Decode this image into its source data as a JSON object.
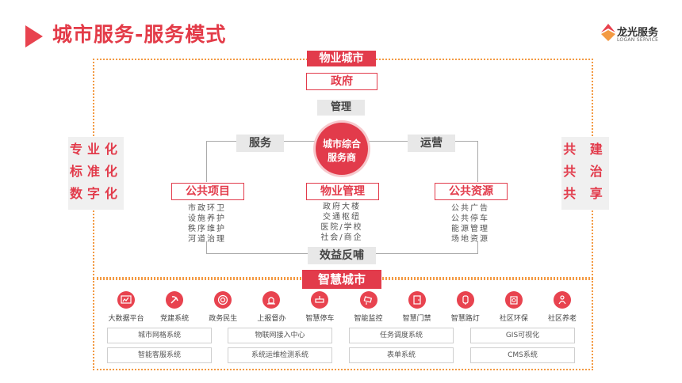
{
  "title": "城市服务-服务模式",
  "logo": {
    "name": "龙光服务",
    "sub": "LOGAN SERVICE"
  },
  "top_label": "物业城市",
  "gov": "政府",
  "manage": "管理",
  "center": {
    "line1": "城市综合",
    "line2": "服务商"
  },
  "service": "服务",
  "operate": "运营",
  "left_side": [
    "专业化",
    "标准化",
    "数字化"
  ],
  "right_side": [
    "共 建",
    "共 治",
    "共 享"
  ],
  "public_project": {
    "title": "公共项目",
    "lines": [
      "市政环卫",
      "设施养护",
      "秩序维护",
      "河道治理"
    ]
  },
  "property_mgmt": {
    "title": "物业管理",
    "lines": [
      "政府大楼",
      "交通枢纽",
      "医院/学校",
      "社会/商企"
    ]
  },
  "public_resource": {
    "title": "公共资源",
    "lines": [
      "公共广告",
      "公共停车",
      "能源管理",
      "场地资源"
    ]
  },
  "feedback": "效益反哺",
  "smart_city": "智慧城市",
  "icons": [
    {
      "label": "大数据平台",
      "icon": "chart-icon"
    },
    {
      "label": "党建系统",
      "icon": "party-icon"
    },
    {
      "label": "政务民生",
      "icon": "target-icon"
    },
    {
      "label": "上报督办",
      "icon": "alarm-icon"
    },
    {
      "label": "智慧停车",
      "icon": "parking-icon"
    },
    {
      "label": "智能监控",
      "icon": "camera-icon"
    },
    {
      "label": "智慧门禁",
      "icon": "door-icon"
    },
    {
      "label": "智慧路灯",
      "icon": "lamp-icon"
    },
    {
      "label": "社区环保",
      "icon": "recycle-icon"
    },
    {
      "label": "社区养老",
      "icon": "elder-icon"
    }
  ],
  "systems_row1": [
    "城市网格系统",
    "物联网接入中心",
    "任务调度系统",
    "GIS可视化"
  ],
  "systems_row2": [
    "智能客服系统",
    "系统运维检测系统",
    "表单系统",
    "CMS系统"
  ],
  "colors": {
    "accent": "#e23b4b",
    "dotted": "#f39a43",
    "gray": "#e8e8e8"
  }
}
